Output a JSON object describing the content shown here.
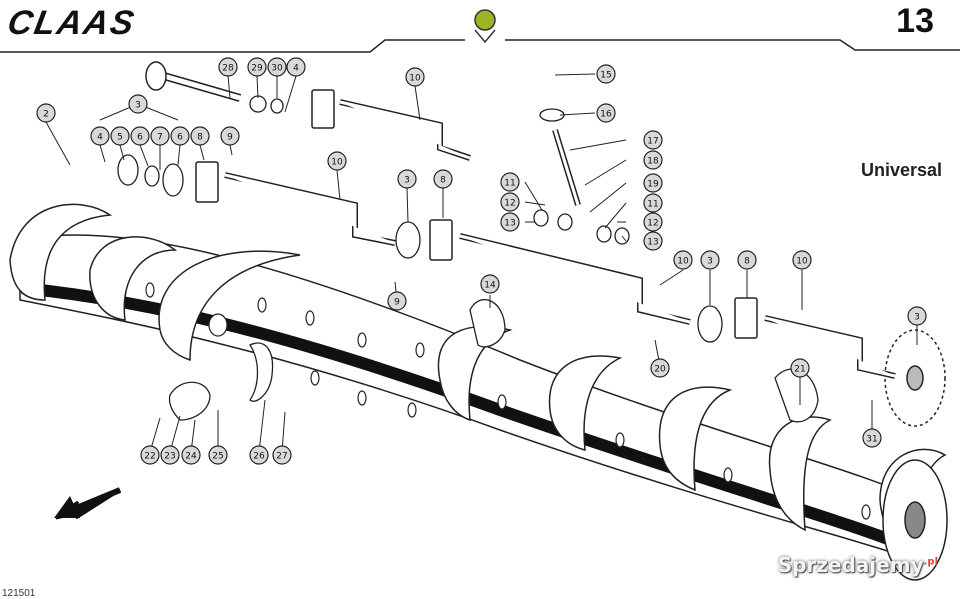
{
  "header": {
    "brand": "CLAAS",
    "page_number": "13",
    "edition": "Universal"
  },
  "watermark": {
    "text": "Sprzedajemy",
    "suffix": ".pl"
  },
  "footer": {
    "code": "121501"
  },
  "colors": {
    "ink": "#222222",
    "paper": "#ffffff",
    "callout_fill": "#d9d9d9",
    "top_emblem": "#9bb523",
    "watermark_accent": "#e6452b"
  },
  "callouts": [
    "28",
    "29",
    "30",
    "4",
    "10",
    "15",
    "16",
    "2",
    "3",
    "4",
    "5",
    "6",
    "7",
    "6",
    "8",
    "9",
    "10",
    "17",
    "18",
    "19",
    "11",
    "12",
    "13",
    "11",
    "12",
    "13",
    "3",
    "8",
    "10",
    "3",
    "8",
    "10",
    "9",
    "14",
    "20",
    "21",
    "3",
    "31",
    "22",
    "23",
    "24",
    "25",
    "26",
    "27"
  ]
}
